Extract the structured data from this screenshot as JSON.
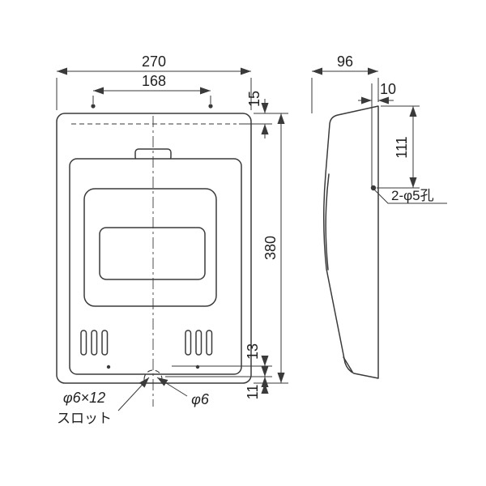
{
  "drawing": {
    "title": "wall-mount-unit-dimension-drawing",
    "front": {
      "width": "270",
      "inner_width": "168",
      "top_offset": "15",
      "height": "380",
      "slot_offset": "13",
      "bottom_offset": "11",
      "slot_size_label": "φ6×12",
      "slot_word_label": "スロット",
      "hole_label": "φ6"
    },
    "side": {
      "depth": "96",
      "hole_inset": "10",
      "hole_pitch": "111",
      "holes_label": "2-φ5孔"
    },
    "colors": {
      "line": "#3a3a3a",
      "text": "#1f1f1f",
      "background": "#ffffff"
    }
  }
}
